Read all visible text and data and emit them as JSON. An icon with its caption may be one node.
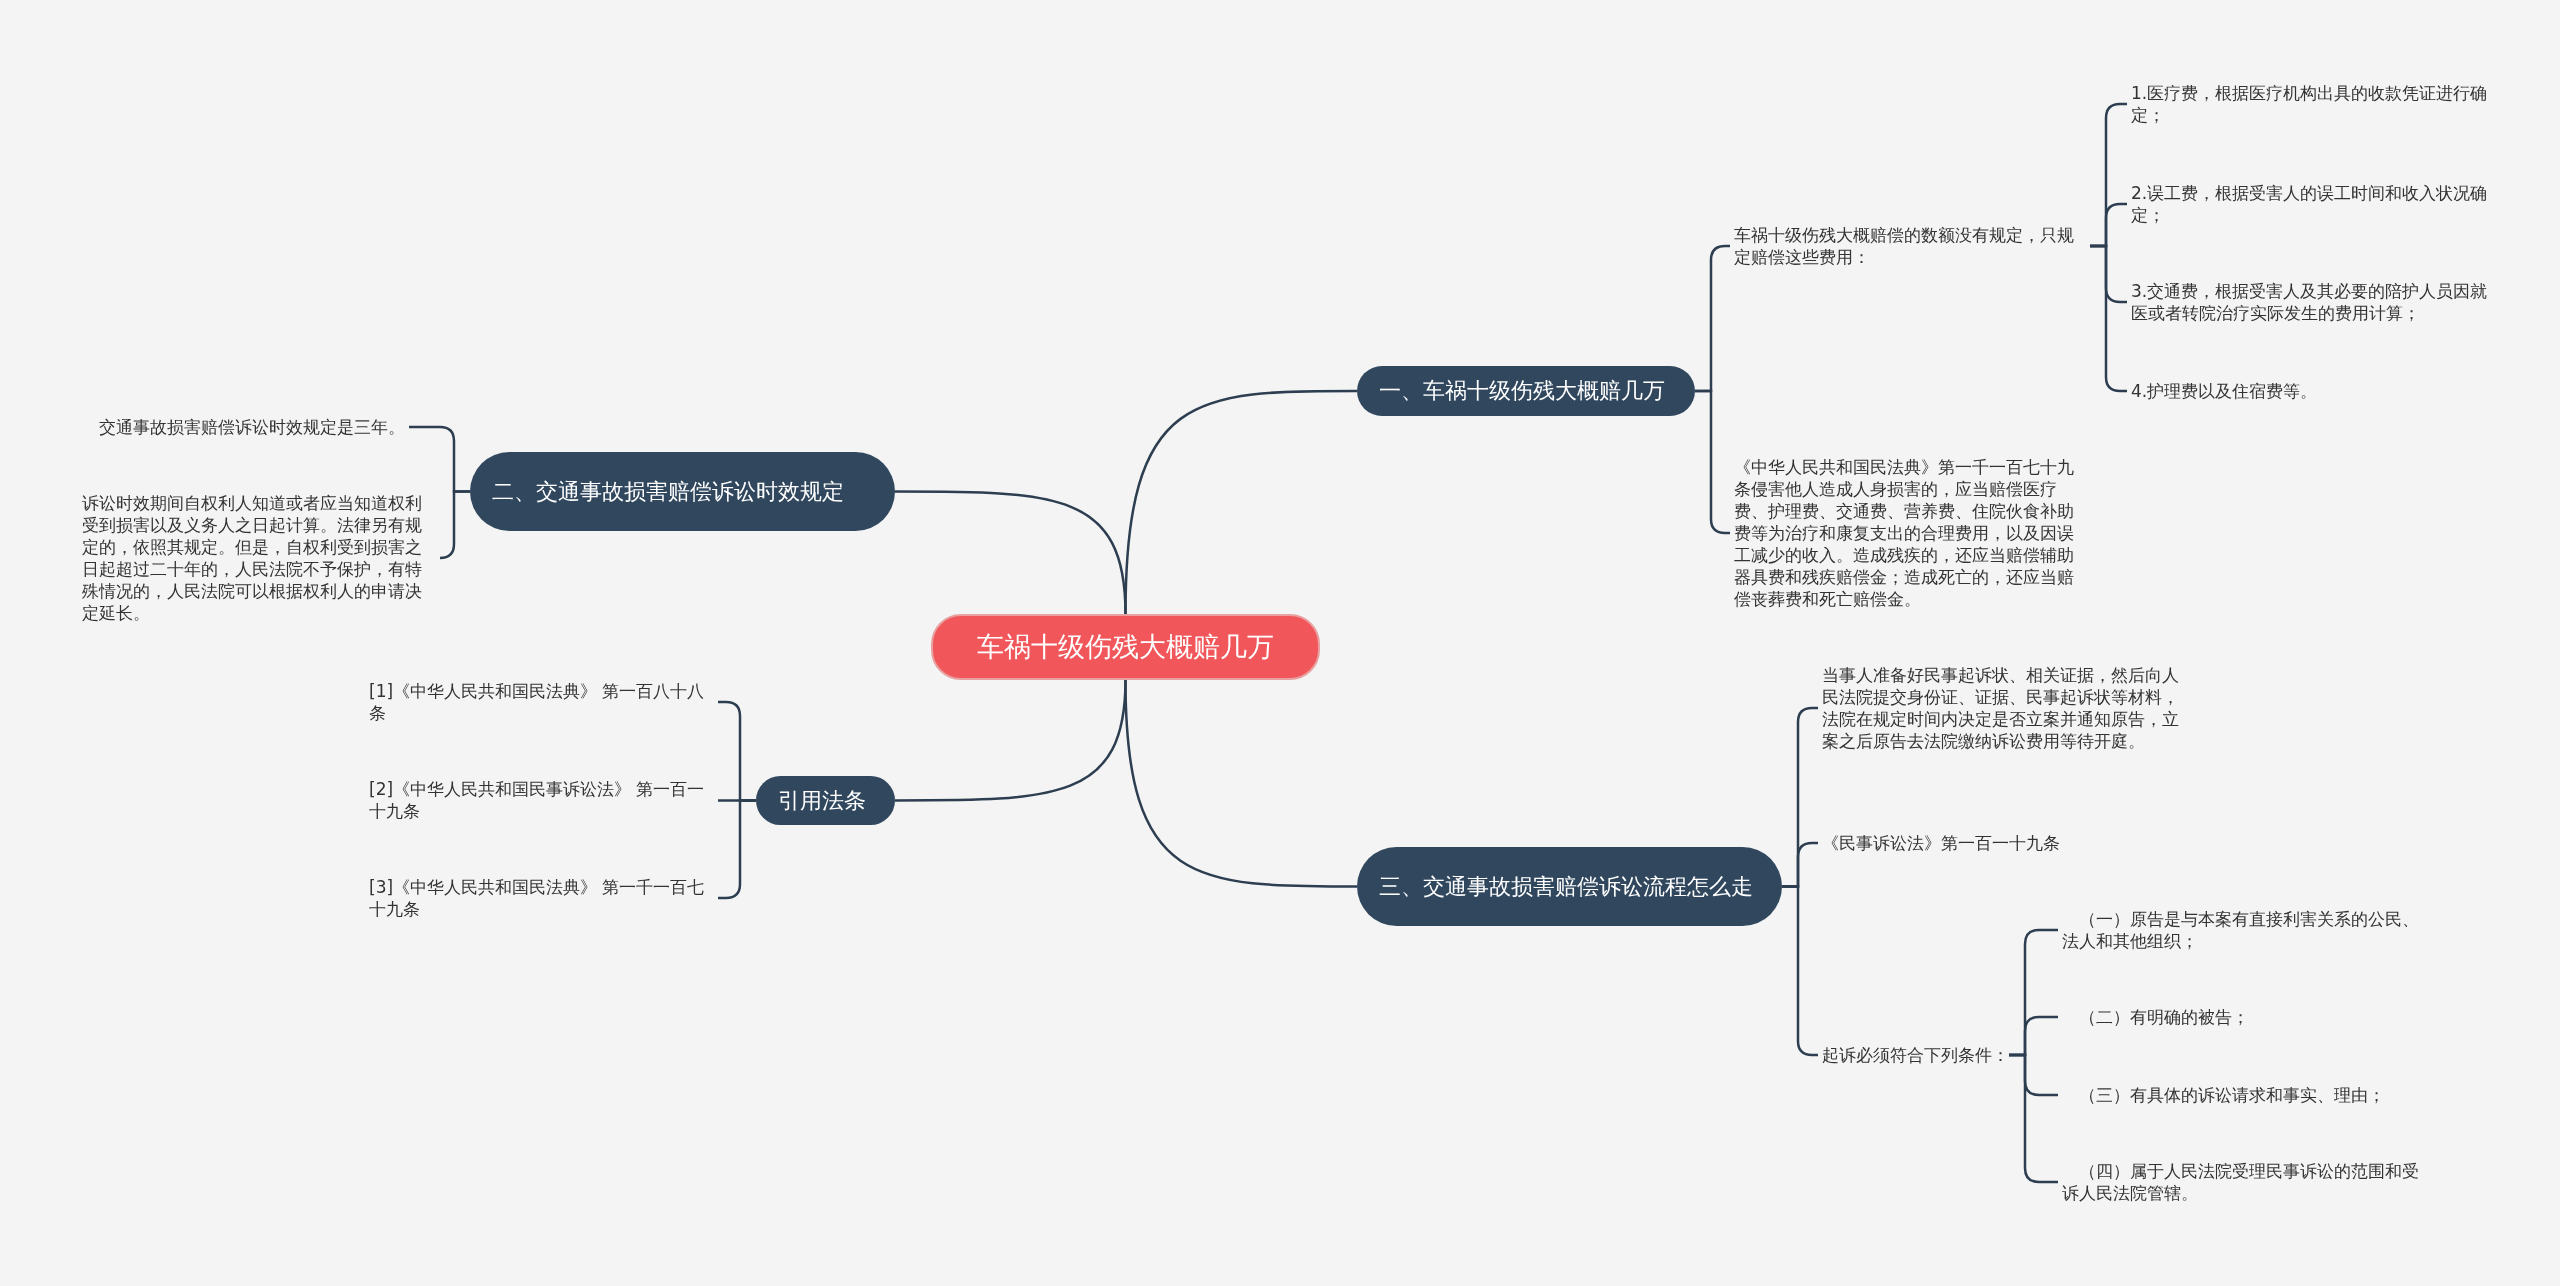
{
  "diagram": {
    "nodes": [
      {
        "text": [
          "车祸十级伤残大概赔几万"
        ]
      },
      {
        "text": [
          "一、车祸十级伤残大概赔几万"
        ]
      },
      {
        "text": [
          "车祸十级伤残大概赔偿的数额没有规定，只规定赔偿这些费用："
        ]
      },
      {
        "text": [
          "1.医疗费，根据医疗机构出具的收款凭证进行确定；"
        ]
      },
      {
        "text": [
          "2.误工费，根据受害人的误工时间和收入状况确定；"
        ]
      },
      {
        "text": [
          "3.交通费，根据受害人及其必要的陪护人员因就医或者转院治疗实际发生的费用计算；"
        ]
      },
      {
        "text": [
          "4.护理费以及住宿费等。"
        ]
      },
      {
        "text": [
          "《中华人民共和国民法典》第一千一百七十九条侵害他人造成人身损害的，应当赔偿医疗费、护理费、交通费、营养费、住院伙食补助费等为治疗和康复支出的合理费用，以及因误工减少的收入。造成残疾的，还应当赔偿辅助器具费和残疾赔偿金；造成死亡的，还应当赔偿丧葬费和死亡赔偿金。"
        ]
      },
      {
        "text": [
          "二、交通事故损害赔偿诉讼时效规定"
        ]
      },
      {
        "text": [
          "交通事故损害赔偿诉讼时效规定是三年。"
        ]
      },
      {
        "text": [
          "诉讼时效期间自权利人知道或者应当知道权利受到损害以及义务人之日起计算。法律另有规定的，依照其规定。但是，自权利受到损害之日起超过二十年的，人民法院不予保护，有特殊情况的，人民法院可以根据权利人的申请决定延长。"
        ]
      },
      {
        "text": [
          "引用法条"
        ]
      },
      {
        "text": [
          "[1]《中华人民共和国民法典》 第一百八十八条"
        ]
      },
      {
        "text": [
          "[2]《中华人民共和国民事诉讼法》 第一百一十九条"
        ]
      },
      {
        "text": [
          "[3]《中华人民共和国民法典》 第一千一百七十九条"
        ]
      },
      {
        "text": [
          "三、交通事故损害赔偿诉讼流程怎么走"
        ]
      },
      {
        "text": [
          "当事人准备好民事起诉状、相关证据，然后向人民法院提交身份证、证据、民事起诉状等材料，法院在规定时间内决定是否立案并通知原告，立案之后原告去法院缴纳诉讼费用等待开庭。"
        ]
      },
      {
        "text": [
          "《民事诉讼法》第一百一十九条"
        ]
      },
      {
        "text": [
          "起诉必须符合下列条件："
        ]
      },
      {
        "text": [
          "（一）原告是与本案有直接利害关系的公民、法人和其他组织；"
        ]
      },
      {
        "text": [
          "（二）有明确的被告；"
        ]
      },
      {
        "text": [
          "（三）有具体的诉讼请求和事实、理由；"
        ]
      },
      {
        "text": [
          "（四）属于人民法院受理民事诉讼的范围和受诉人民法院管辖。"
        ]
      }
    ],
    "edges": [
      {
        "from": 0,
        "to": 1,
        "arrow": "none"
      },
      {
        "from": 1,
        "to": 2,
        "arrow": "none"
      },
      {
        "from": 2,
        "to": 3,
        "arrow": "none"
      },
      {
        "from": 2,
        "to": 4,
        "arrow": "none"
      },
      {
        "from": 2,
        "to": 5,
        "arrow": "none"
      },
      {
        "from": 2,
        "to": 6,
        "arrow": "none"
      },
      {
        "from": 1,
        "to": 7,
        "arrow": "none"
      },
      {
        "from": 0,
        "to": 8,
        "arrow": "none"
      },
      {
        "from": 8,
        "to": 9,
        "arrow": "none"
      },
      {
        "from": 8,
        "to": 10,
        "arrow": "none"
      },
      {
        "from": 0,
        "to": 11,
        "arrow": "none"
      },
      {
        "from": 11,
        "to": 12,
        "arrow": "none"
      },
      {
        "from": 11,
        "to": 13,
        "arrow": "none"
      },
      {
        "from": 11,
        "to": 14,
        "arrow": "none"
      },
      {
        "from": 0,
        "to": 15,
        "arrow": "none"
      },
      {
        "from": 15,
        "to": 16,
        "arrow": "none"
      },
      {
        "from": 15,
        "to": 17,
        "arrow": "none"
      },
      {
        "from": 15,
        "to": 18,
        "arrow": "none"
      },
      {
        "from": 18,
        "to": 19,
        "arrow": "none"
      },
      {
        "from": 18,
        "to": 20,
        "arrow": "none"
      },
      {
        "from": 18,
        "to": 21,
        "arrow": "none"
      },
      {
        "from": 18,
        "to": 22,
        "arrow": "none"
      }
    ]
  }
}
